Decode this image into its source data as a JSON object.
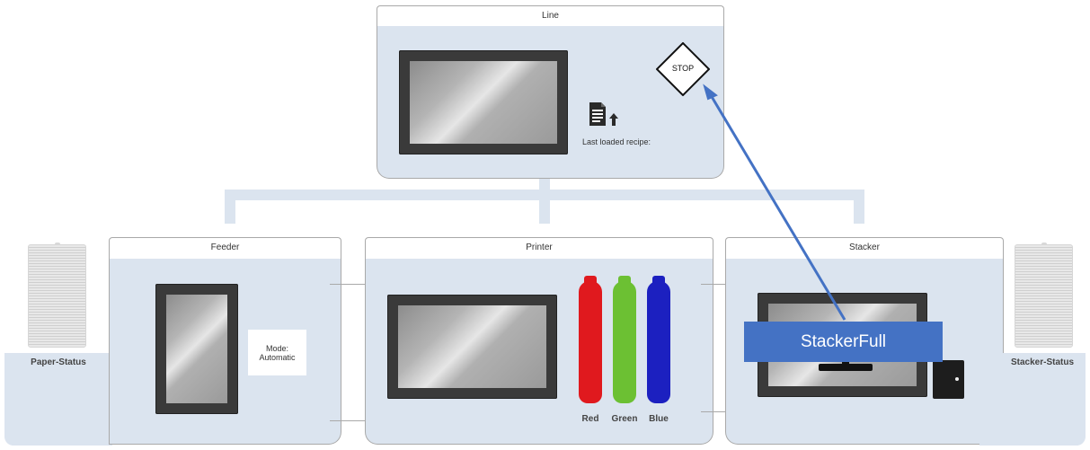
{
  "line": {
    "title": "Line",
    "stop_label": "STOP",
    "recipe_icon": "document-upload-icon",
    "last_loaded_recipe_label": "Last loaded recipe:"
  },
  "feeder": {
    "title": "Feeder",
    "mode_label": "Mode:",
    "mode_value": "Automatic"
  },
  "printer": {
    "title": "Printer",
    "inks": [
      {
        "label": "Red",
        "color": "#e0191e"
      },
      {
        "label": "Green",
        "color": "#6cc033"
      },
      {
        "label": "Blue",
        "color": "#1c20c0"
      }
    ]
  },
  "stacker": {
    "title": "Stacker",
    "alert_label": "StackerFull"
  },
  "paper_status": {
    "label": "Paper-Status"
  },
  "stacker_status": {
    "label": "Stacker-Status"
  },
  "colors": {
    "panel": "#dbe4ef",
    "alert": "#4472c4",
    "arrow": "#4472c4"
  }
}
